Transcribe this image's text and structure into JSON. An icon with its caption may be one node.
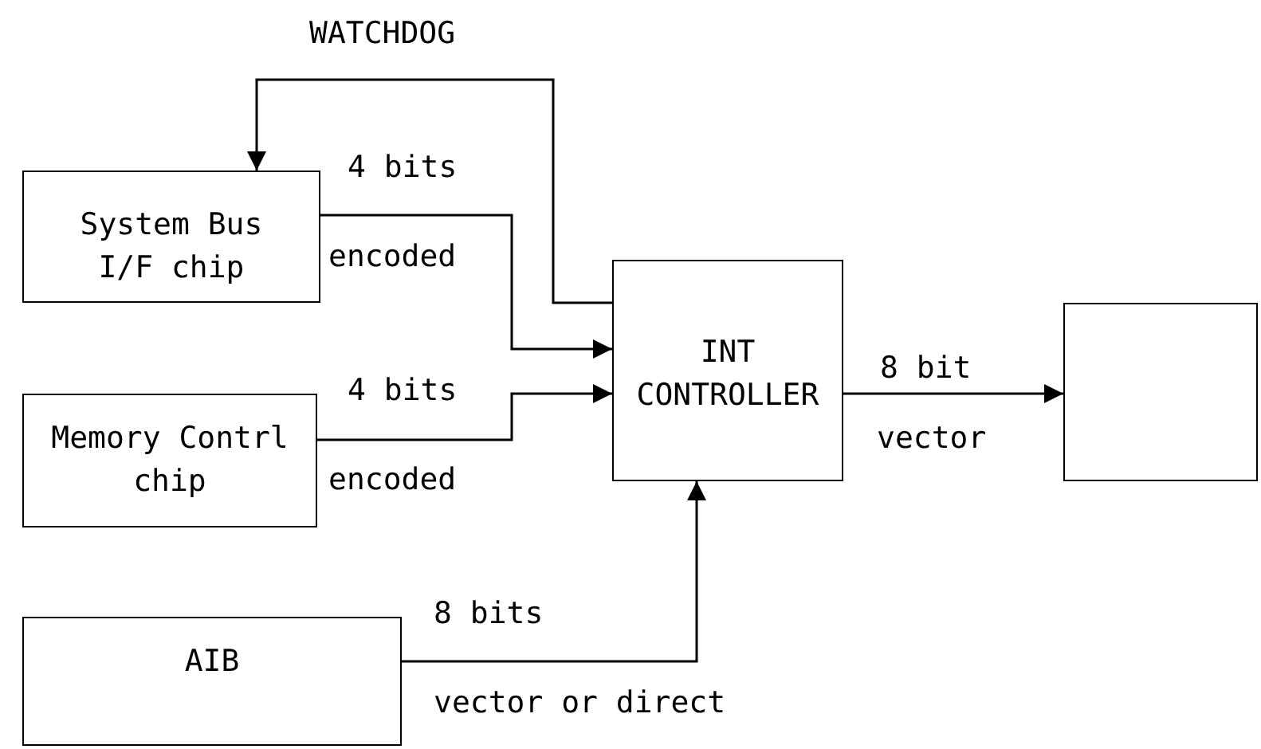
{
  "diagram": {
    "nodes": [
      {
        "text": [
          "System Bus I/F chip"
        ]
      },
      {
        "text": [
          "Memory Contrl chip"
        ]
      },
      {
        "text": [
          "INT CONTROLLER"
        ]
      },
      {
        "text": [],
        "shape": "box"
      },
      {
        "text": [
          "AIB"
        ]
      }
    ],
    "edges": [
      {
        "from": 0,
        "to": 2,
        "arrow": "to",
        "label": "4 bits"
      },
      {
        "from": 2,
        "to": 0,
        "arrow": "to",
        "label": "WATCHDOG"
      },
      {
        "from": 1,
        "to": 2,
        "arrow": "to",
        "label": "4 bits"
      },
      {
        "from": 2,
        "to": 3,
        "arrow": "to",
        "label": "8 bit"
      },
      {
        "from": 4,
        "to": 2,
        "arrow": "to",
        "label": "8 bits"
      }
    ],
    "labels": [
      "encoded",
      "encoded",
      "vector",
      "vector or direct"
    ]
  }
}
